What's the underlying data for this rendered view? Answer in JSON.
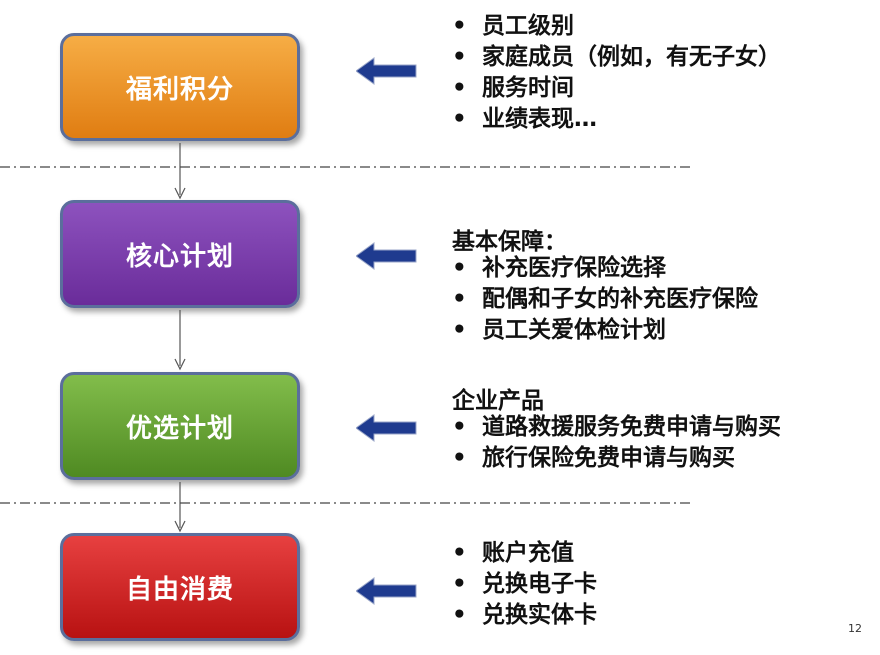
{
  "stages": [
    {
      "label": "福利积分",
      "color": "#ef9a2a"
    },
    {
      "label": "核心计划",
      "color": "#7a3cad"
    },
    {
      "label": "优选计划",
      "color": "#67a333"
    },
    {
      "label": "自由消费",
      "color": "#cc2222"
    }
  ],
  "details": [
    {
      "heading": "",
      "bullets": [
        "员工级别",
        "家庭成员（例如，有无子女）",
        "服务时间",
        "业绩表现…"
      ]
    },
    {
      "heading": "基本保障：",
      "bullets": [
        "补充医疗保险选择",
        "配偶和子女的补充医疗保险",
        "员工关爱体检计划"
      ]
    },
    {
      "heading": "企业产品",
      "bullets": [
        "道路救援服务免费申请与购买",
        "旅行保险免费申请与购买"
      ]
    },
    {
      "heading": "",
      "bullets": [
        "账户充值",
        "兑换电子卡",
        "兑换实体卡"
      ]
    }
  ],
  "bullet_symbol": "•",
  "page_number": "12",
  "arrow_color": "#1f3b8f"
}
